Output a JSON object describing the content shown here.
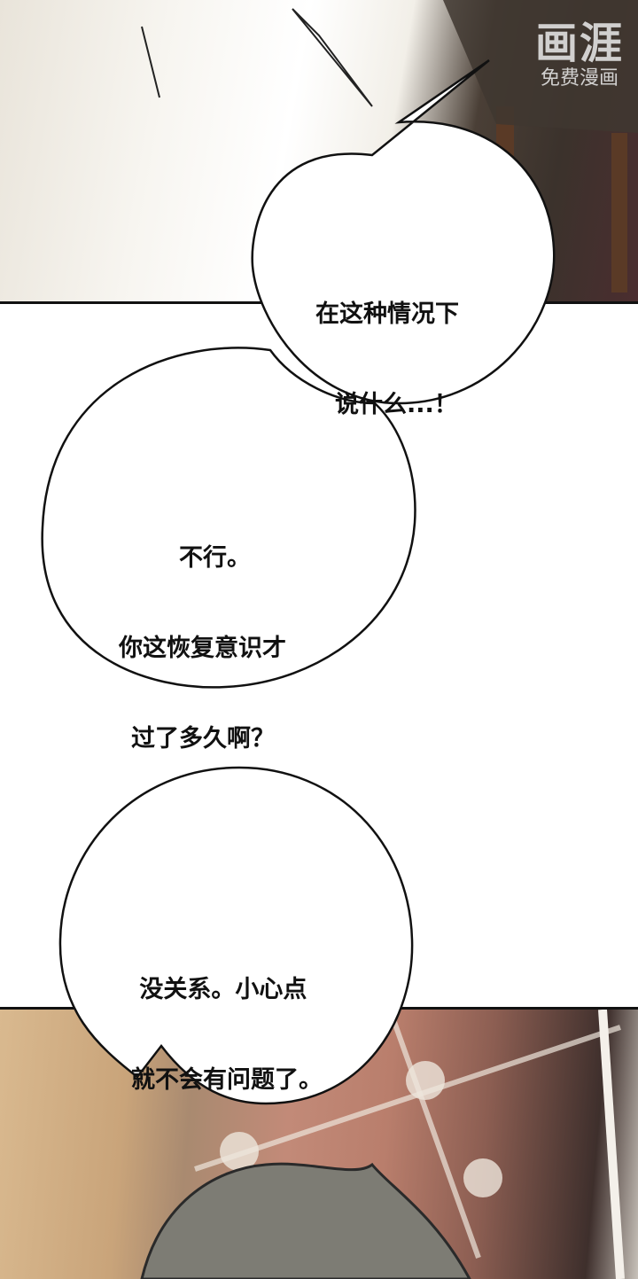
{
  "watermark": {
    "logo": "画涯",
    "subtitle": "免费漫画"
  },
  "bubbles": [
    {
      "id": "bubble-1",
      "lines": [
        "在这种情况下",
        "说什么...！"
      ]
    },
    {
      "id": "bubble-2",
      "lines": [
        "不行。",
        "你这恢复意识才",
        "过了多久啊？"
      ]
    },
    {
      "id": "bubble-3",
      "lines": [
        " 没关系。小心点",
        "就不会有问题了。"
      ]
    }
  ],
  "colors": {
    "bubble_fill": "#ffffff",
    "bubble_stroke": "#111111",
    "text": "#111111"
  }
}
